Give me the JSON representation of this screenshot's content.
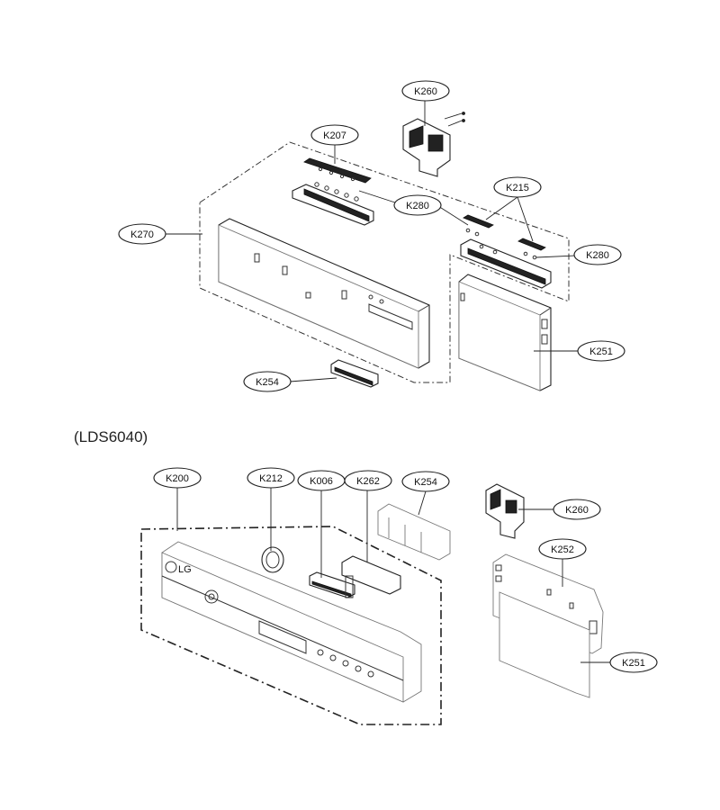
{
  "section_title": "(LDS6040)",
  "labels": {
    "k260_top": "K260",
    "k207": "K207",
    "k215": "K215",
    "k280_mid": "K280",
    "k280_right": "K280",
    "k270": "K270",
    "k251_top": "K251",
    "k254_top": "K254",
    "k200": "K200",
    "k212": "K212",
    "k006": "K006",
    "k262": "K262",
    "k254_bottom": "K254",
    "k260_bottom": "K260",
    "k252": "K252",
    "k251_bottom": "K251"
  },
  "panel_logo": "LG"
}
